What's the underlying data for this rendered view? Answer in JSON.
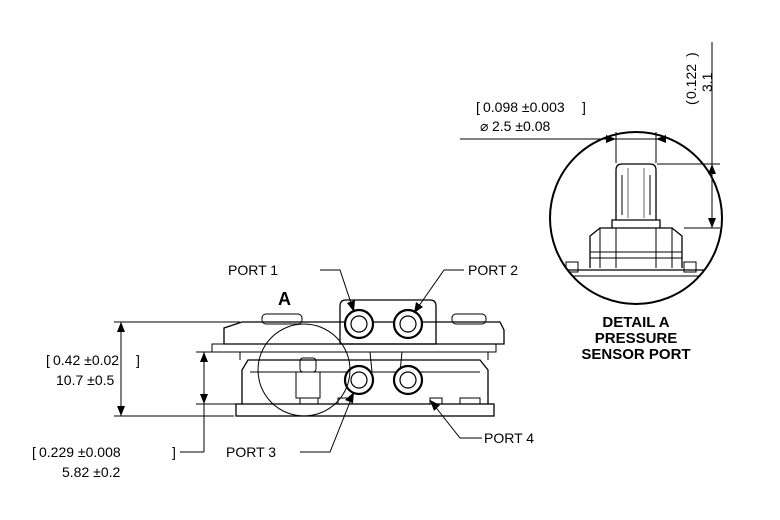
{
  "detail_view": {
    "title": "DETAIL A",
    "subtitle_line1": "PRESSURE",
    "subtitle_line2": "SENSOR PORT",
    "height_in": "0.122",
    "height_mm": "3.1",
    "diameter_in": "0.098 ±0.003",
    "diameter_mm": "2.5 ±0.08"
  },
  "main_view": {
    "detail_callout": "A",
    "ports": [
      "PORT 1",
      "PORT 2",
      "PORT 3",
      "PORT 4"
    ],
    "overall_height_in": "0.42 ±0.02",
    "overall_height_mm": "10.7 ±0.5",
    "base_height_in": "0.229 ±0.008",
    "base_height_mm": "5.82 ±0.2"
  }
}
